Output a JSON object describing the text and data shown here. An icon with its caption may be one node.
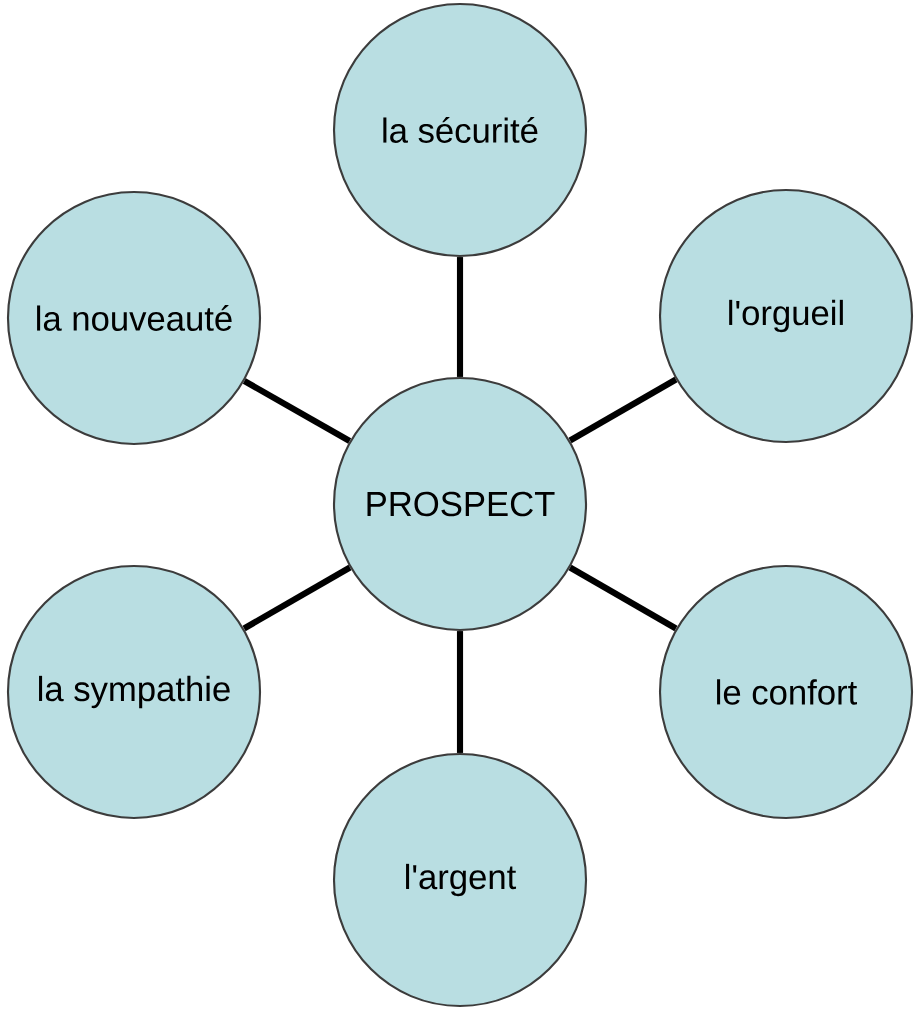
{
  "diagram": {
    "nodes": [
      {
        "text": [
          "la sécurité"
        ]
      },
      {
        "text": [
          "la nouveauté"
        ]
      },
      {
        "text": [
          "l'orgueil"
        ]
      },
      {
        "text": [
          "PROSPECT"
        ]
      },
      {
        "text": [
          "la sympathie"
        ]
      },
      {
        "text": [
          "le confort"
        ]
      },
      {
        "text": [
          "l'argent"
        ]
      }
    ],
    "edges": [
      {
        "from": 3,
        "to": 0,
        "arrow": "none"
      },
      {
        "from": 3,
        "to": 1,
        "arrow": "none"
      },
      {
        "from": 3,
        "to": 2,
        "arrow": "none"
      },
      {
        "from": 3,
        "to": 4,
        "arrow": "none"
      },
      {
        "from": 3,
        "to": 5,
        "arrow": "none"
      },
      {
        "from": 3,
        "to": 6,
        "arrow": "none"
      }
    ]
  }
}
